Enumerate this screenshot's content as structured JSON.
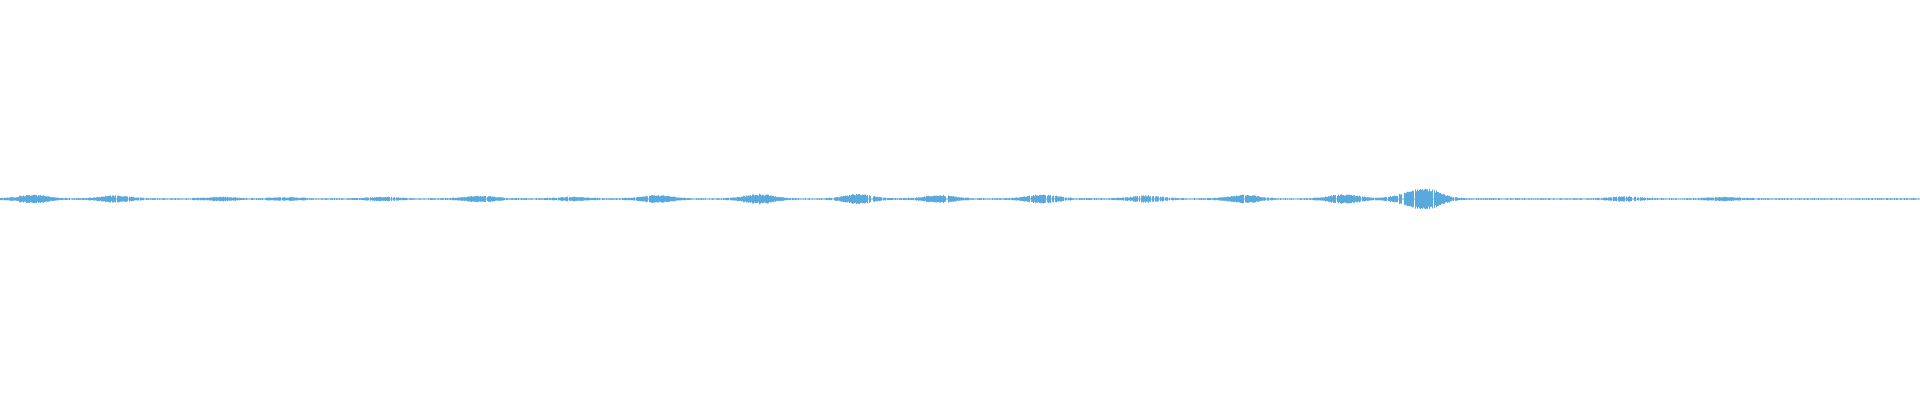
{
  "waveform": {
    "color": "#5aa9dd",
    "bursts": [
      {
        "center": 0.017,
        "amp": 0.4
      },
      {
        "center": 0.06,
        "amp": 0.3
      },
      {
        "center": 0.115,
        "amp": 0.15
      },
      {
        "center": 0.148,
        "amp": 0.12
      },
      {
        "center": 0.2,
        "amp": 0.15
      },
      {
        "center": 0.25,
        "amp": 0.3
      },
      {
        "center": 0.298,
        "amp": 0.15
      },
      {
        "center": 0.342,
        "amp": 0.35
      },
      {
        "center": 0.395,
        "amp": 0.45
      },
      {
        "center": 0.447,
        "amp": 0.45
      },
      {
        "center": 0.489,
        "amp": 0.35
      },
      {
        "center": 0.543,
        "amp": 0.45
      },
      {
        "center": 0.597,
        "amp": 0.3
      },
      {
        "center": 0.648,
        "amp": 0.4
      },
      {
        "center": 0.7,
        "amp": 0.45
      },
      {
        "center": 0.733,
        "amp": 0.4
      },
      {
        "center": 0.743,
        "amp": 0.9
      },
      {
        "center": 0.846,
        "amp": 0.2
      },
      {
        "center": 0.897,
        "amp": 0.15
      }
    ]
  }
}
